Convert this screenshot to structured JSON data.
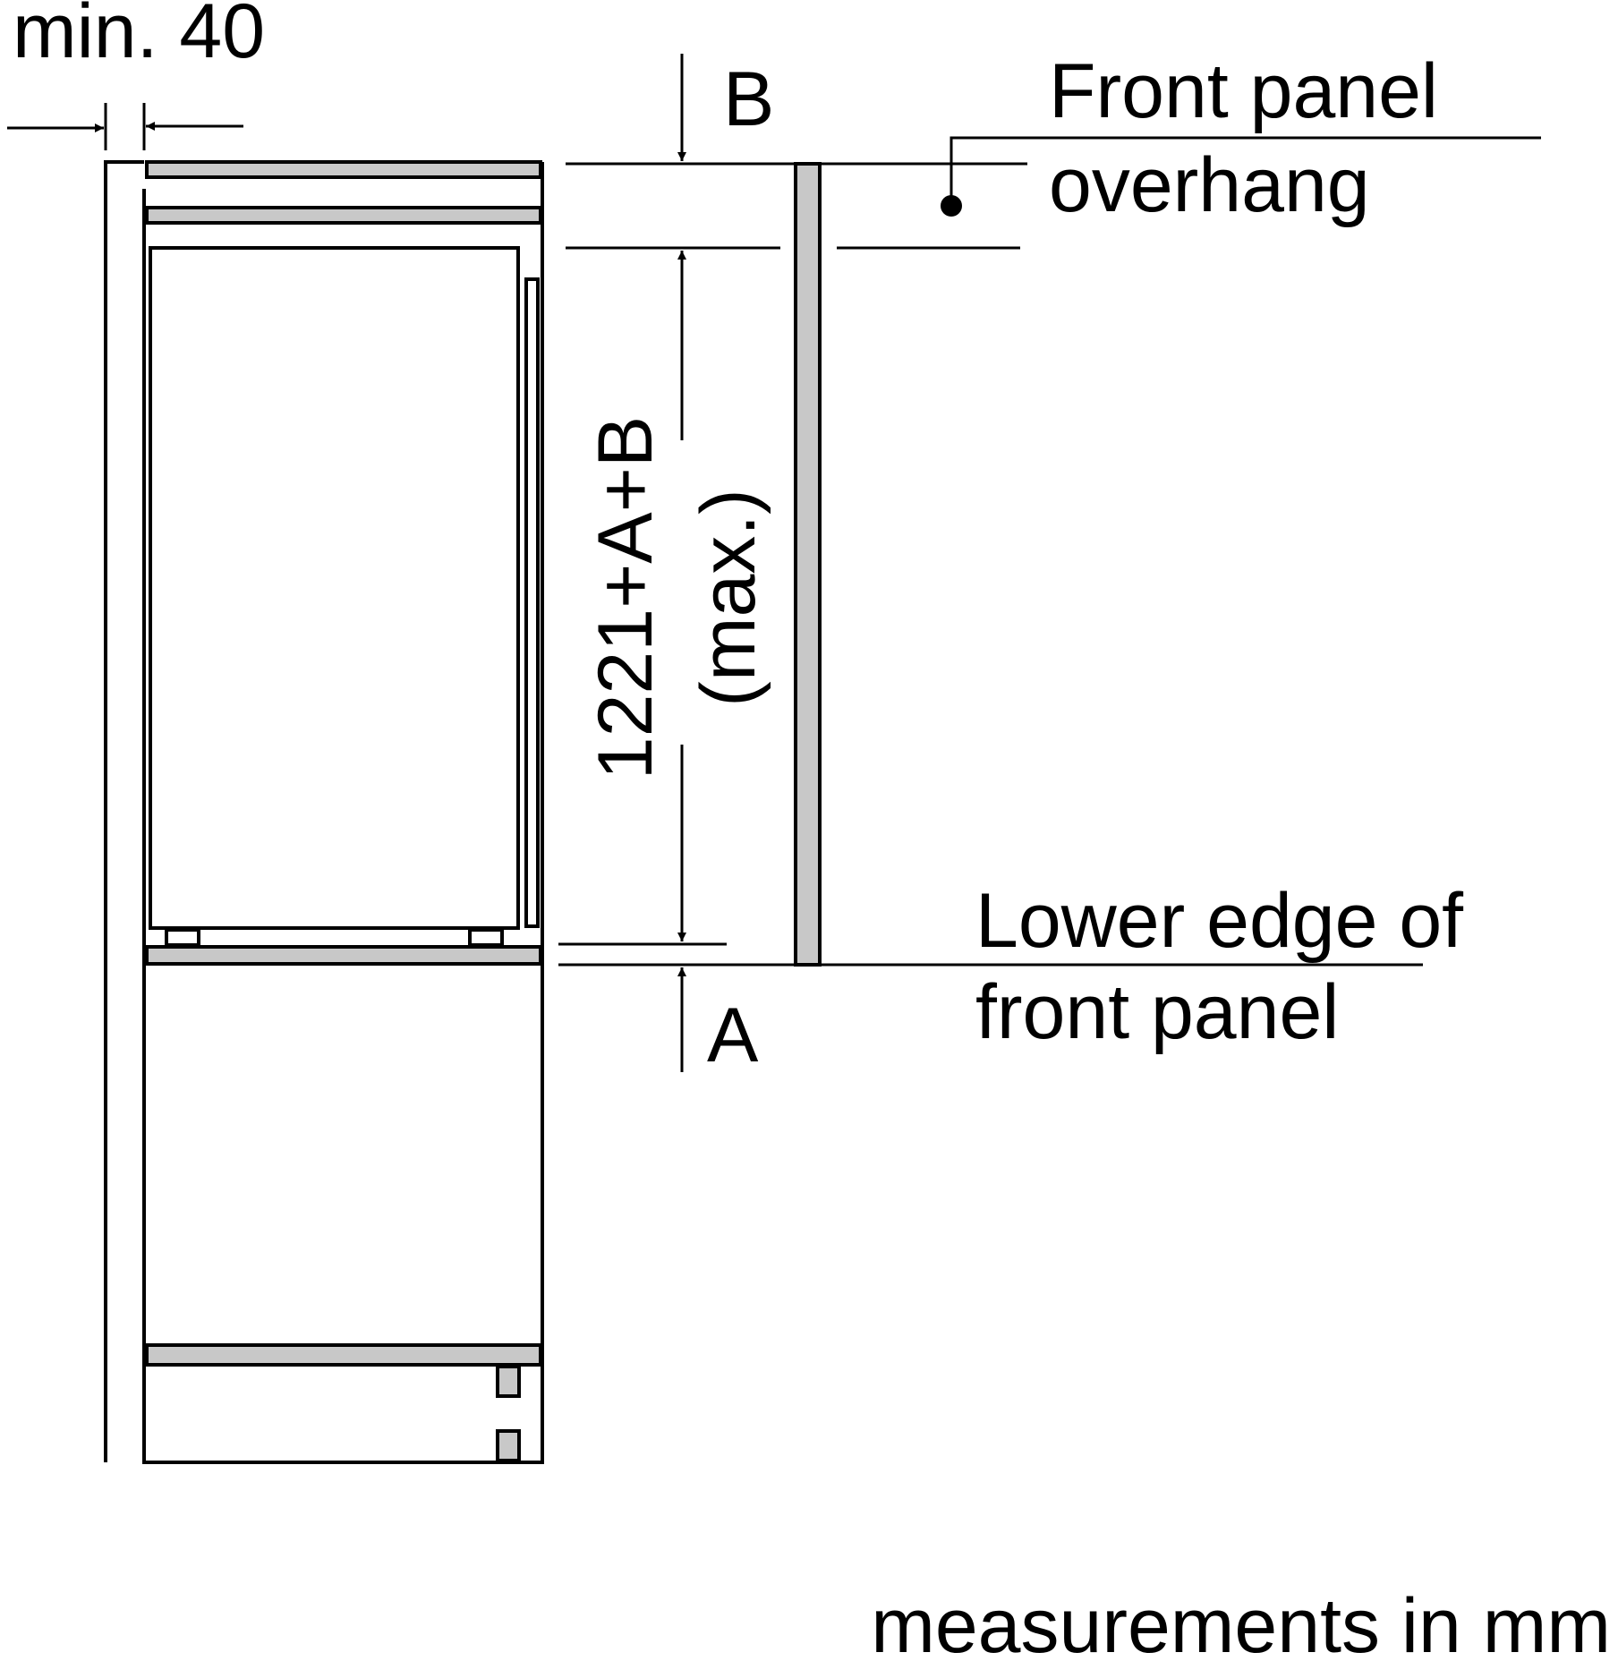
{
  "labels": {
    "min_clearance": "min. 40",
    "overhang_letter": "B",
    "lower_letter": "A",
    "front_panel_line1": "Front panel",
    "front_panel_line2": "overhang",
    "lower_edge_line1": "Lower edge of",
    "lower_edge_line2": "front panel",
    "height_formula": "1221+A+B",
    "height_qualifier": "(max.)",
    "units_note": "measurements in mm"
  },
  "colors": {
    "stroke": "#000000",
    "panel_fill": "#c8c8c8",
    "background": "#ffffff"
  }
}
